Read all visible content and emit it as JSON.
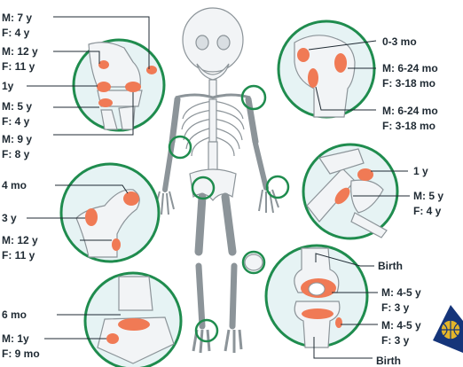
{
  "colors": {
    "ring": "#1f8c4e",
    "circle_bg": "#e6f3f4",
    "bone_fill": "#f1f4f6",
    "bone_stroke": "#8f979c",
    "growth_plate": "#f07a55",
    "text": "#1f2a33",
    "logo_blue": "#15357a",
    "logo_gold": "#e3b52a"
  },
  "labels": {
    "elbow": {
      "m_7": "M: 7 y",
      "f_4": "F: 4 y",
      "m_12": "M: 12 y",
      "f_11": "F: 11 y",
      "one_y": "1y",
      "m_5": "M: 5 y",
      "f_4b": "F: 4 y",
      "m_9": "M: 9 y",
      "f_8": "F: 8 y"
    },
    "shoulder": {
      "birth_3mo": "0-3 mo",
      "m_6_24": "M: 6-24 mo",
      "f_3_18": "F: 3-18 mo",
      "m_6_24b": "M: 6-24 mo",
      "f_3_18b": "F: 3-18 mo"
    },
    "hip": {
      "four_mo": "4 mo",
      "three_y": "3 y",
      "m_12": "M: 12 y",
      "f_11": "F: 11 y"
    },
    "wrist": {
      "one_y": "1 y",
      "m_5": "M: 5 y",
      "f_4": "F: 4 y"
    },
    "ankle": {
      "six_mo": "6 mo",
      "m_1": "M: 1y",
      "f_9mo": "F: 9 mo"
    },
    "knee": {
      "birth_top": "Birth",
      "m_4_5": "M: 4-5 y",
      "f_3": "F: 3 y",
      "m_4_5b": "M: 4-5 y",
      "f_3b": "F: 3 y",
      "birth_bottom": "Birth"
    }
  }
}
